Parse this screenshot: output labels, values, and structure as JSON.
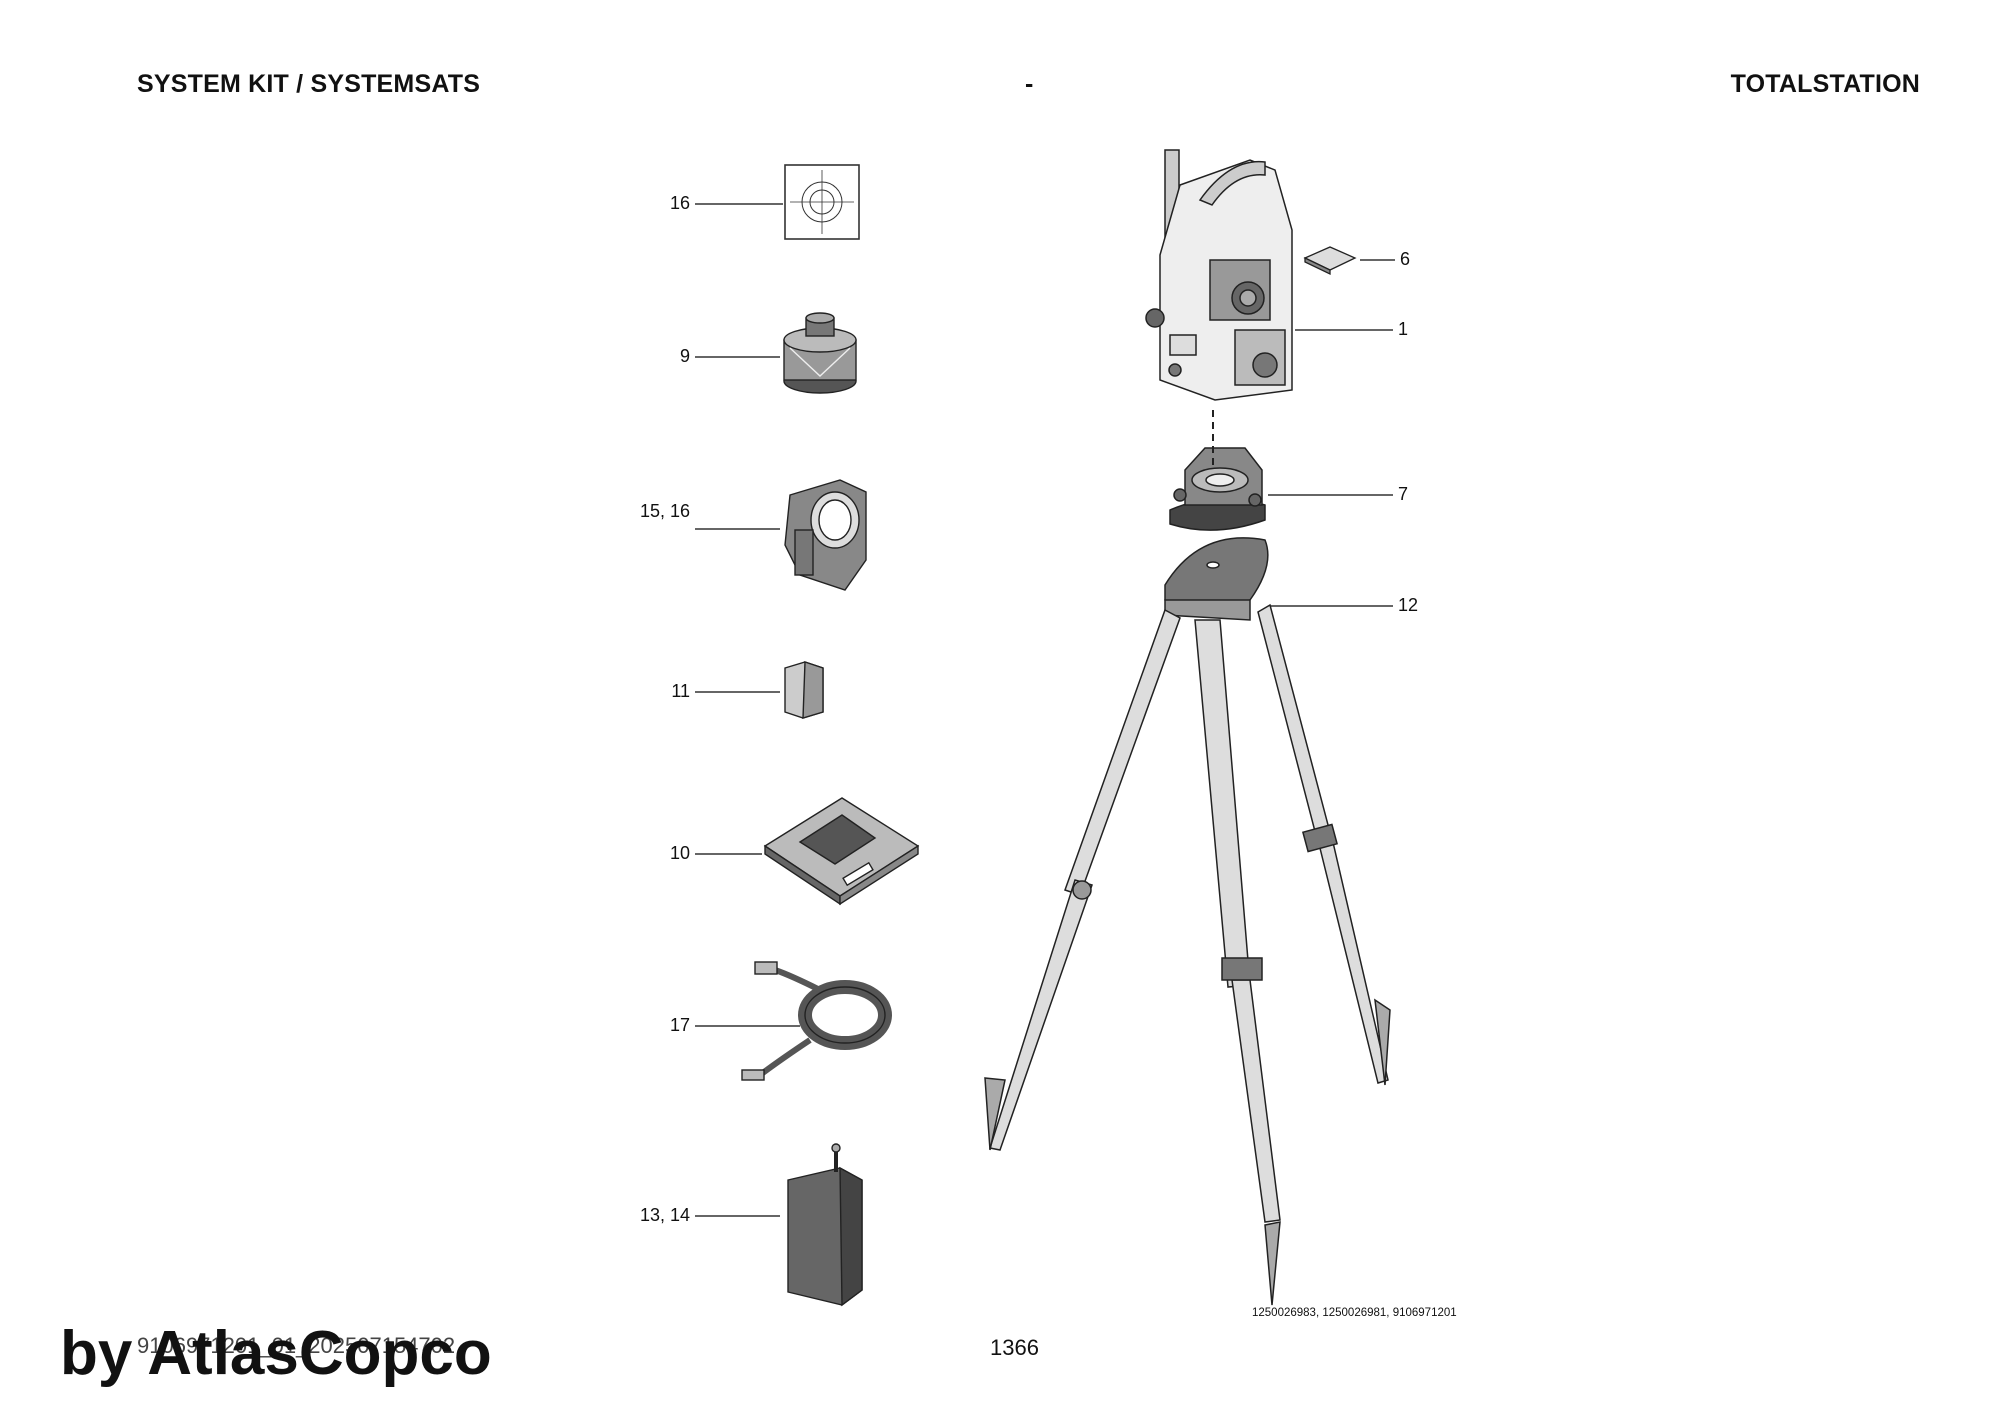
{
  "header": {
    "left_title": "SYSTEM KIT / SYSTEMSATS",
    "center": "-",
    "right_title": "TOTALSTATION"
  },
  "callouts": {
    "c16": "16",
    "c9": "9",
    "c15_16": "15, 16",
    "c11": "11",
    "c10": "10",
    "c17": "17",
    "c13_14": "13, 14",
    "c6": "6",
    "c1": "1",
    "c7": "7",
    "c12": "12"
  },
  "references": "1250026983, 1250026981, 9106971201",
  "footer": {
    "doc_id": "9106971201_01_202507154702",
    "page_number": "1366",
    "watermark": "by AtlasCopco"
  }
}
